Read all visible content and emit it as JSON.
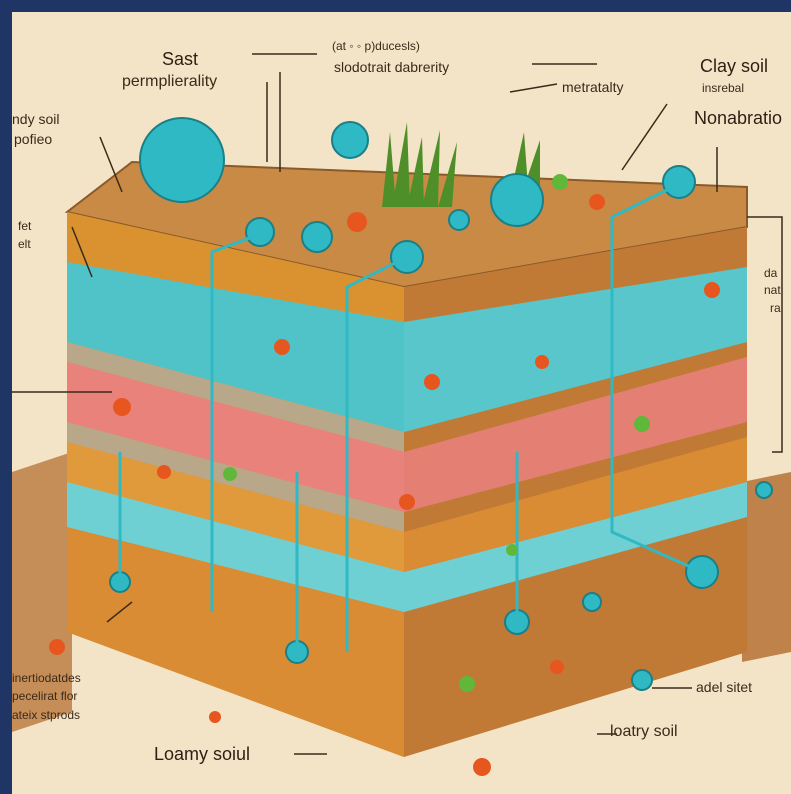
{
  "colors": {
    "background_frame": "#1f3566",
    "paper": "#f3e4c8",
    "soil_top": "#c98a45",
    "water_layer": "#4fc3c8",
    "clay_layer": "#e9827a",
    "loam_layer": "#d9922f",
    "water_droplet": "#2fb9c4",
    "particle_orange": "#e8561f",
    "particle_green": "#5fb83a"
  },
  "labels": {
    "sast": "Sast",
    "permeability": "permplierality",
    "small_note": "(at ◦ ◦ p)ducesls)",
    "slodotrait": "slodotrait dabrerity",
    "metratalty": "metratalty",
    "clay_soil": "Clay soil",
    "insrebal": "insrebal",
    "nonabration": "Nonabratio",
    "sandy_soil": "ndy soil",
    "sandy_sub": "pofieo",
    "fet": "fet",
    "silt": "elt",
    "right_da": "da",
    "right_na": "nat",
    "right_ra": "ra",
    "interstitial_1": "inertiodatdes",
    "interstitial_2": "pecelirat flor",
    "interstitial_3": "ateix stprods",
    "adel_sitet": "adel sitet",
    "loatry_soil": "loatry soil",
    "loamy_soil": "Loamy soiul"
  }
}
